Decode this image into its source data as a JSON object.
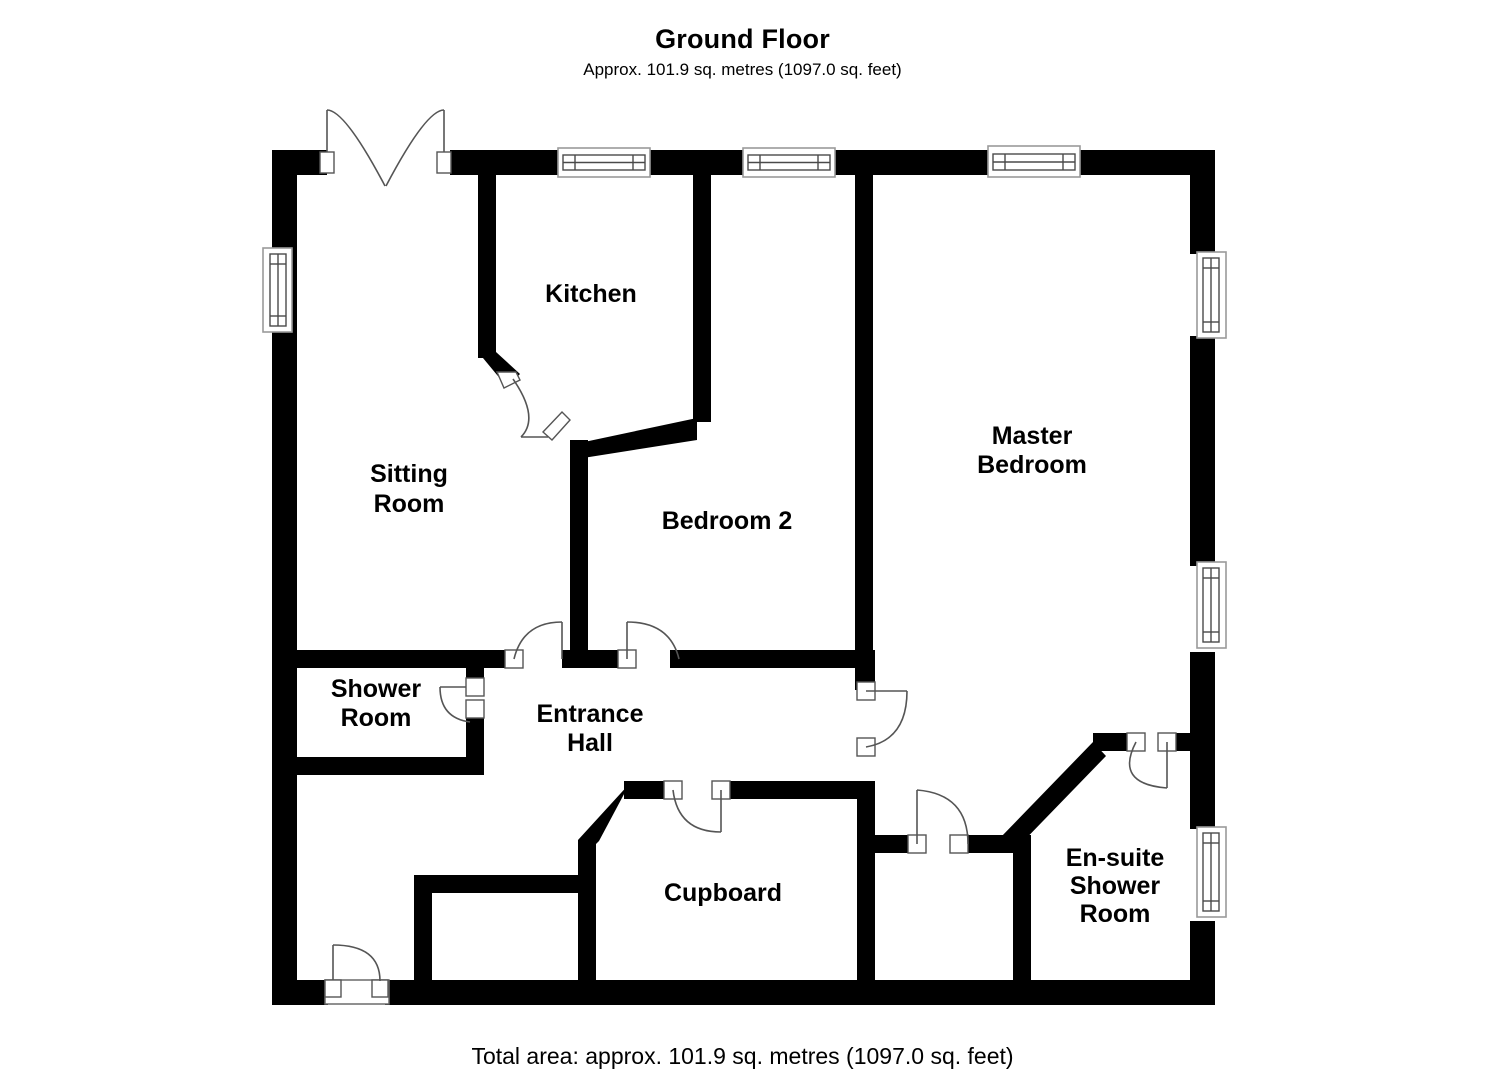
{
  "header": {
    "title": "Ground Floor",
    "subtitle": "Approx. 101.9 sq. metres (1097.0 sq. feet)"
  },
  "footer": {
    "total_area": "Total area: approx. 101.9 sq. metres (1097.0 sq. feet)"
  },
  "plan": {
    "floor_name": "Ground Floor",
    "area_metric": "101.9 sq. metres",
    "area_imperial": "1097.0 sq. feet",
    "wall_color": "#000000",
    "background_color": "#ffffff",
    "rooms": [
      {
        "id": "sitting-room",
        "label_line1": "Sitting",
        "label_line2": "Room"
      },
      {
        "id": "kitchen",
        "label_line1": "Kitchen",
        "label_line2": ""
      },
      {
        "id": "bedroom-2",
        "label_line1": "Bedroom 2",
        "label_line2": ""
      },
      {
        "id": "master-bedroom",
        "label_line1": "Master",
        "label_line2": "Bedroom"
      },
      {
        "id": "shower-room",
        "label_line1": "Shower",
        "label_line2": "Room"
      },
      {
        "id": "entrance-hall",
        "label_line1": "Entrance",
        "label_line2": "Hall"
      },
      {
        "id": "cupboard",
        "label_line1": "Cupboard",
        "label_line2": ""
      },
      {
        "id": "en-suite",
        "label_line1": "En-suite",
        "label_line2": "Shower",
        "label_line3": "Room"
      }
    ]
  }
}
